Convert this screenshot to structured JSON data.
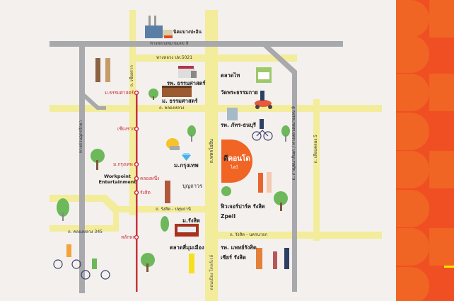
{
  "map": {
    "roads": {
      "hwy9": "ทางหลวงหมายเลข 9",
      "pt5021": "ทางหลวง ปท.5021",
      "chiangrak": "ถ. เชียงราก",
      "khlongluang": "ถ. คลองหลวง",
      "udon_expressway": "ทางด่วนอุดรรัถยา",
      "phahonyothin": "ถ.พหลโยธิน",
      "kanchanaphisek": "ถ. กาญจนาภิเษก / ทางหลวงหมายเลข 9",
      "liap_khlong5": "ถ. เลียบคลอง 5",
      "rangsit_pathum": "ถ. รังสิต - ปทุมธานี",
      "khlongluang345": "ถ. คลองหลวง 345",
      "rangsit_nakhonnayok": "ถ. รังสิต - นครนายก",
      "donmuang_tollway": "ดอนเมือง โทลล์เวย์"
    },
    "stations": [
      "ม.ธรรมศาสตร์",
      "เชียงราก",
      "ม.กรุงเทพ",
      "คลองหนึ่ง",
      "รังสิต",
      "หลักหก"
    ],
    "landmarks": {
      "bangpa_in": "นิคมบางปะอิน",
      "tu_hospital": "รพ. ธรรมศาสตร์",
      "tu": "ม. ธรรมศาสตร์",
      "talad_thai": "ตลาดไท",
      "dhammakaya": "วัดพระธรรมกาย",
      "phattara": "รพ. ภัทร-ธนบุรี",
      "bu": "ม.กรุงเทพ",
      "workpoint": "Workpoint Entertainment",
      "boonthavorn": "บุญถาวร",
      "future_park": "ฟิวเจอร์ปาร์ค รังสิต",
      "zpell": "Zpell",
      "rsu": "ม.รังสิต",
      "simummuang": "ตลาดสี่มุมเมือง",
      "rangsit_hospital": "รพ. แพทย์รังสิต",
      "zeer": "เซียร์ รังสิต"
    },
    "project": {
      "brand_dark": "ดี",
      "brand_light": "คอนโด",
      "sub": "ไฮป์"
    },
    "colors": {
      "accent": "#f06424",
      "rail": "#c8323c",
      "yellow_road": "#f3ec9a",
      "gray_road": "#a7a9ac"
    }
  }
}
